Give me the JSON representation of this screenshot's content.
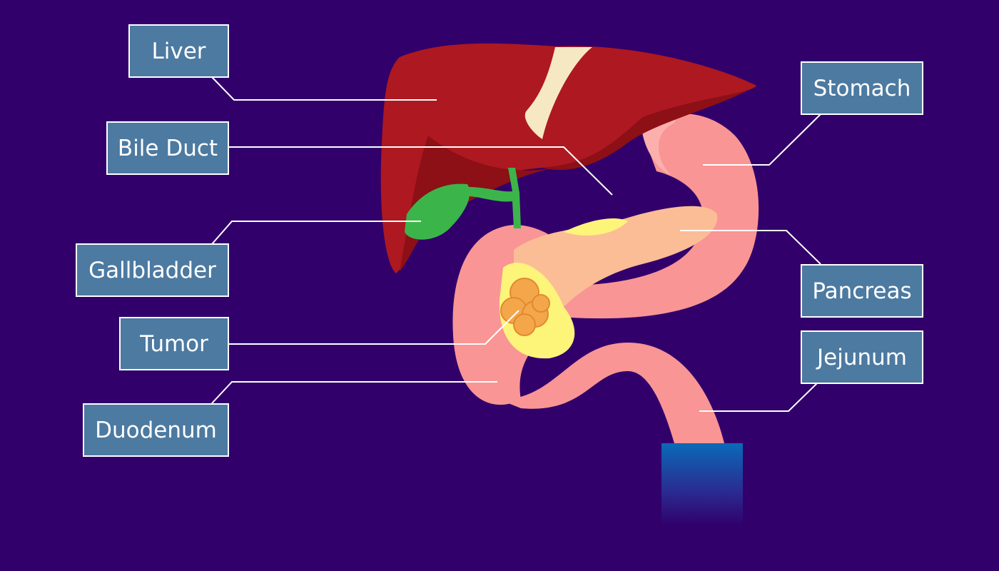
{
  "labels": {
    "liver": "Liver",
    "bile_duct": "Bile Duct",
    "gallbladder": "Gallbladder",
    "tumor": "Tumor",
    "duodenum": "Duodenum",
    "stomach": "Stomach",
    "pancreas": "Pancreas",
    "jejunum": "Jejunum"
  },
  "colors": {
    "background": "#31006b",
    "label_box": "#4c7aa1",
    "liver": "#ae1820",
    "liver_dark": "#8c1016",
    "gallbladder": "#3bb54a",
    "stomach": "#f99594",
    "pancreas": "#fbbd96",
    "tumor": "#f4a64a",
    "fat": "#fdf47a"
  }
}
